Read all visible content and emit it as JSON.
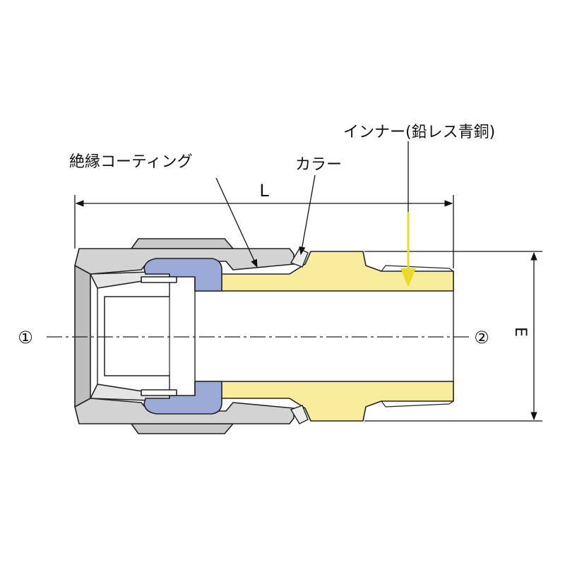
{
  "labels": {
    "insulation_coating": "絶縁コーティング",
    "collar": "カラー",
    "inner": "インナー(鉛レス青銅)",
    "dim_length": "L",
    "dim_diameter": "E",
    "port_1": "①",
    "port_2": "②"
  },
  "colors": {
    "body_fill": "#d6d6d6",
    "body_shadow": "#b8b8b8",
    "inner_fill": "#f7ec9c",
    "insulation_fill": "#9aa9d6",
    "arrow_yellow": "#f2e64a",
    "outline": "#222222"
  }
}
